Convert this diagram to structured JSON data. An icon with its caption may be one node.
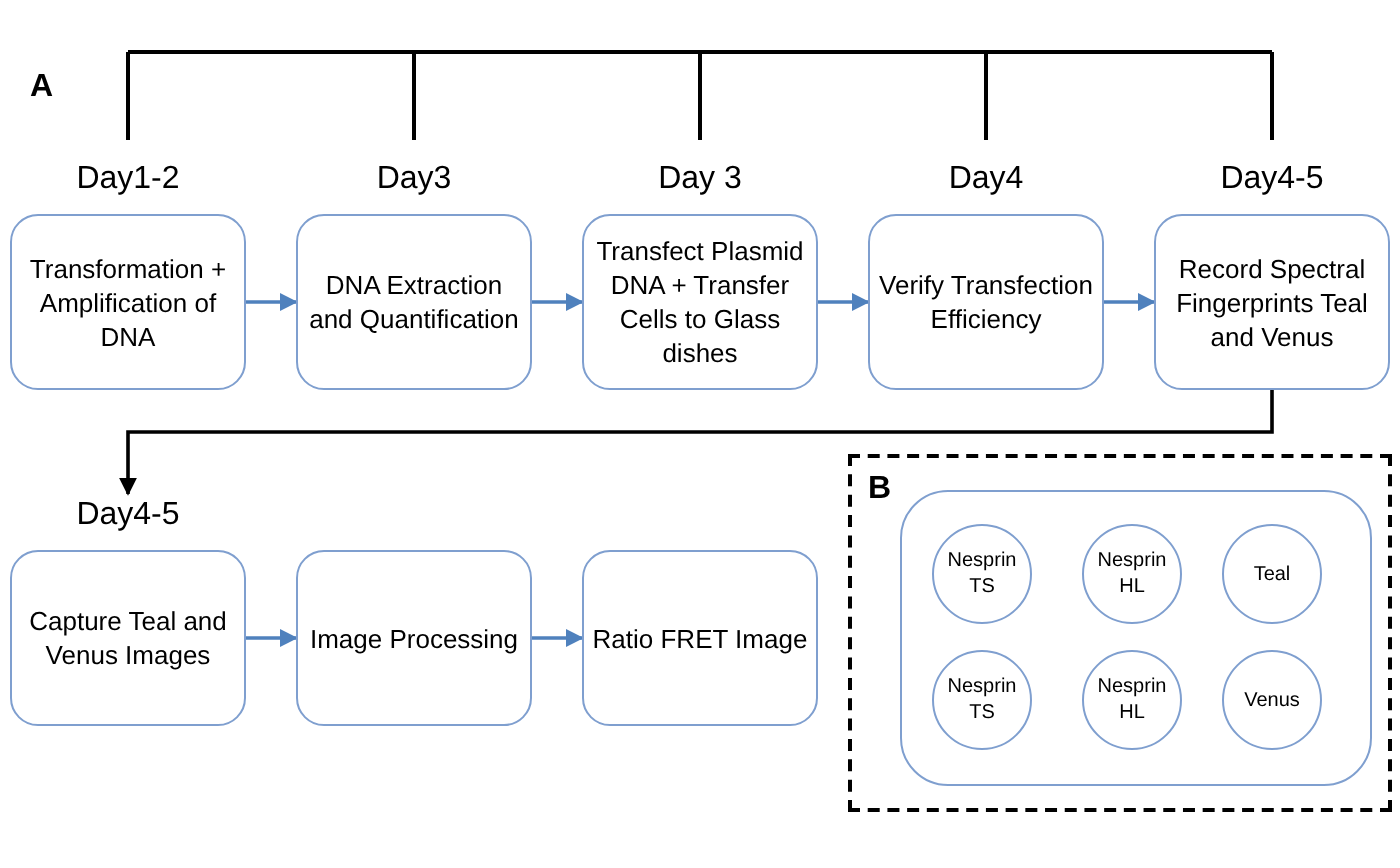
{
  "diagram": {
    "nodes": [
      {
        "text": [
          "Day1-2",
          "Transformation + Amplification of DNA"
        ]
      },
      {
        "text": [
          "Day3",
          "DNA Extraction and Quantification"
        ]
      },
      {
        "text": [
          "Day 3",
          "Transfect Plasmid DNA + Transfer Cells to Glass dishes"
        ]
      },
      {
        "text": [
          "Day4",
          "Verify Transfection Efficiency"
        ]
      },
      {
        "text": [
          "Day4-5",
          "Record Spectral Fingerprints Teal and Venus"
        ]
      },
      {
        "text": [
          "Day4-5",
          "Capture Teal and Venus Images"
        ]
      },
      {
        "text": [
          "Image Processing"
        ]
      },
      {
        "text": [
          "Ratio FRET Image"
        ]
      },
      {
        "text": [
          "B"
        ]
      },
      {
        "text": [],
        "shape": "box",
        "in": 8
      },
      {
        "text": [
          "Nesprin TS"
        ],
        "in": 9
      },
      {
        "text": [
          "Nesprin HL"
        ],
        "in": 9
      },
      {
        "text": [
          "Teal"
        ],
        "in": 9
      },
      {
        "text": [
          "Nesprin TS"
        ],
        "in": 9
      },
      {
        "text": [
          "Nesprin HL"
        ],
        "in": 9
      },
      {
        "text": [
          "Venus"
        ],
        "in": 9
      }
    ],
    "edges": [
      {
        "from": 0,
        "to": 1,
        "arrow": "to"
      },
      {
        "from": 1,
        "to": 2,
        "arrow": "to"
      },
      {
        "from": 2,
        "to": 3,
        "arrow": "to"
      },
      {
        "from": 3,
        "to": 4,
        "arrow": "to"
      },
      {
        "from": 4,
        "to": 5,
        "arrow": "to",
        "color": "#000000"
      },
      {
        "from": 5,
        "to": 6,
        "arrow": "to"
      },
      {
        "from": 6,
        "to": 7,
        "arrow": "to"
      }
    ],
    "labels": [
      "A"
    ]
  }
}
